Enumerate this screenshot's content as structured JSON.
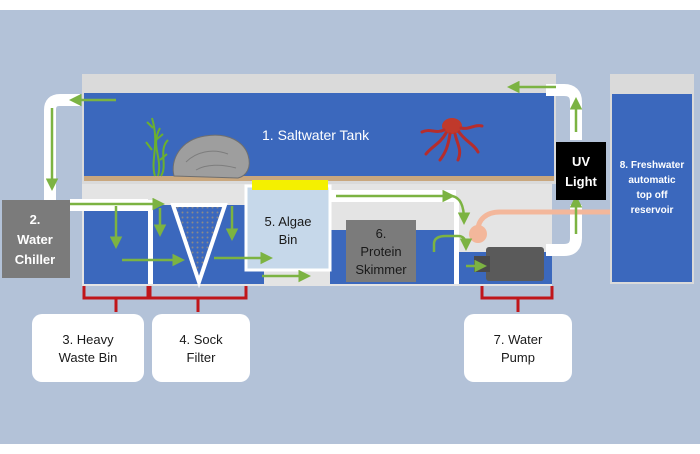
{
  "labels": {
    "tank": "1. Saltwater Tank",
    "chiller": [
      "2.",
      "Water",
      "Chiller"
    ],
    "heavy_waste": [
      "3. Heavy",
      "Waste Bin"
    ],
    "sock": [
      "4. Sock",
      "Filter"
    ],
    "algae": [
      "5. Algae",
      "Bin"
    ],
    "skimmer": [
      "6.",
      "Protein",
      "Skimmer"
    ],
    "pump": [
      "7. Water",
      "Pump"
    ],
    "uv": [
      "UV",
      "Light"
    ],
    "freshwater": [
      "8. Freshwater",
      "automatic",
      "top off",
      "reservoir"
    ]
  },
  "colors": {
    "background": "#b3c2d8",
    "water": "#3b68bd",
    "tank_frame": "#dadada",
    "sump_air": "#e4e4e4",
    "gravel": "#c9a77e",
    "flow_arrow": "#7cb342",
    "pipe": "#ffffff",
    "chiller_box": "#7b7b7b",
    "skimmer_box": "#7b7b7b",
    "uv_box": "#000000",
    "algae_light": "#f4f000",
    "algae_bin": "#c6d8ea",
    "pump_body": "#5a5a5a",
    "topoff_line": "#f3b79b",
    "bracket": "#c0161b",
    "label_box": "#ffffff"
  }
}
